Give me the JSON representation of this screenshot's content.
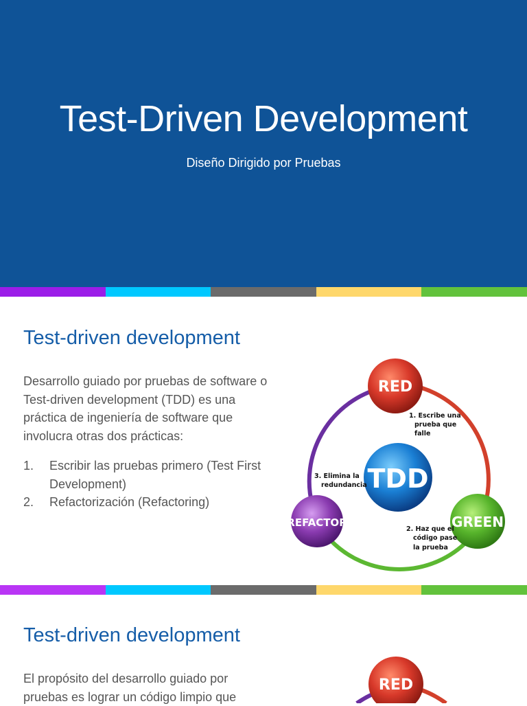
{
  "hero": {
    "title": "Test-Driven Development",
    "subtitle": "Diseño Dirigido por Pruebas",
    "background": "#0f5397"
  },
  "stripe_colors": [
    "#9b1de8",
    "#00c8ff",
    "#6b6b6b",
    "#fed76b",
    "#62c23c"
  ],
  "slide1": {
    "title": "Test-driven development",
    "paragraph": "Desarrollo guiado por pruebas de software o Test-driven development (TDD) es una práctica de ingeniería de software que involucra otras dos prácticas:",
    "list": [
      {
        "num": "1.",
        "text": "Escribir las pruebas primero (Test First Development)"
      },
      {
        "num": "2.",
        "text": "Refactorización (Refactoring)"
      }
    ],
    "diagram": {
      "center": "TDD",
      "red": "RED",
      "green": "GREEN",
      "refactor": "REFACTOR",
      "step1": [
        "1. Escribe una",
        "prueba que",
        "falle"
      ],
      "step2": [
        "2. Haz que el",
        "código pase",
        "la prueba"
      ],
      "step3": [
        "3. Elimina la",
        "redundancia"
      ]
    }
  },
  "slide2": {
    "title": "Test-driven development",
    "paragraph": "El propósito del desarrollo guiado por pruebas es lograr un código limpio que",
    "diagram": {
      "red": "RED"
    }
  }
}
